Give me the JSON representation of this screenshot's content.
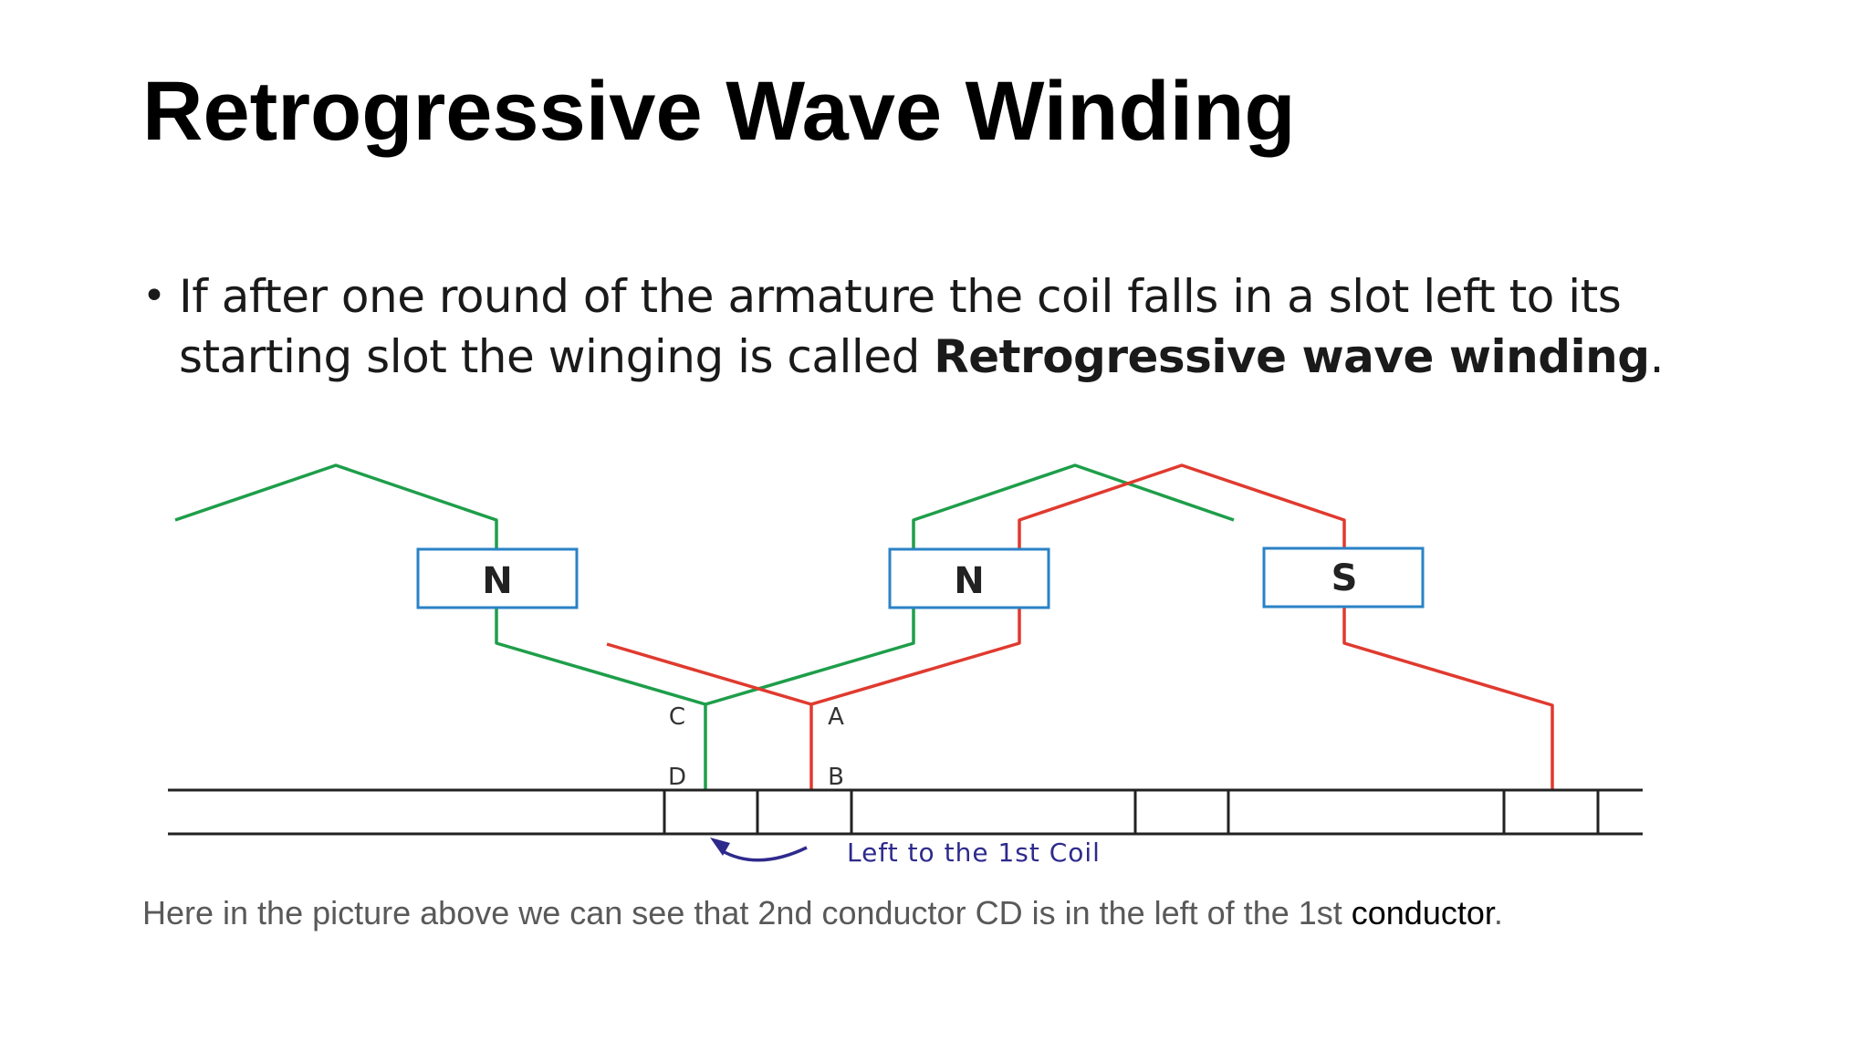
{
  "slide": {
    "title": "Retrogressive Wave Winding",
    "bullet": {
      "text_before": "If after one round of the armature the coil falls in a slot left to its starting slot the winging is called ",
      "bold": "Retrogressive wave winding",
      "text_after": "."
    },
    "caption": {
      "text_before": "Here in the picture above we can see that 2nd conductor CD is in the left of the 1st ",
      "emphasis": "conductor",
      "text_after": "."
    }
  },
  "diagram": {
    "poles": [
      "N",
      "N",
      "S"
    ],
    "conductor_labels": [
      "C",
      "D",
      "A",
      "B"
    ],
    "annotation": "Left to the 1st Coil",
    "colors": {
      "coil_1": "#e03a2f",
      "coil_2": "#1e9e4a",
      "pole_border": "#2a82c6",
      "annotation": "#2e2a8c",
      "slot_lines": "#222222"
    }
  }
}
